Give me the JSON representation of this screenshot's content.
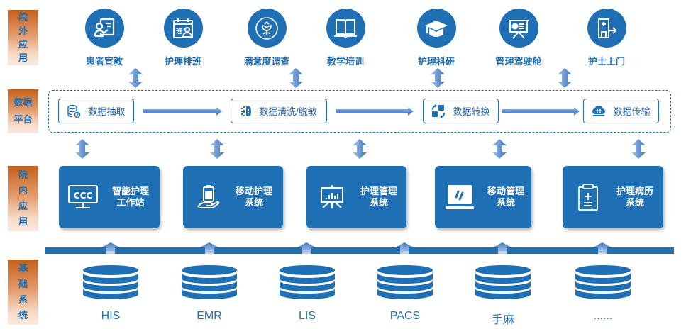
{
  "side_labels": {
    "external": "院外应用",
    "platform": "数据平台",
    "internal": "院内应用",
    "foundation": "基础系统"
  },
  "external_apps": [
    {
      "label": "患者宣教",
      "icon": "patient-education-icon"
    },
    {
      "label": "护理排班",
      "icon": "nursing-schedule-icon"
    },
    {
      "label": "满意度调查",
      "icon": "satisfaction-survey-icon"
    },
    {
      "label": "教学培训",
      "icon": "book-icon"
    },
    {
      "label": "护理科研",
      "icon": "graduation-cap-icon"
    },
    {
      "label": "管理驾驶舱",
      "icon": "presentation-board-icon"
    },
    {
      "label": "护士上门",
      "icon": "hospital-exit-icon"
    }
  ],
  "platform_steps": [
    {
      "label": "数据抽取",
      "icon": "database-extract-icon"
    },
    {
      "label": "数据清洗/脱敏",
      "icon": "data-cleanse-icon"
    },
    {
      "label": "数据转换",
      "icon": "data-transform-icon"
    },
    {
      "label": "数据传输",
      "icon": "cloud-upload-icon"
    }
  ],
  "internal_apps": [
    {
      "line1": "智能护理",
      "line2": "工作站",
      "icon": "monitor-ccc-icon",
      "screen_text": "CCC"
    },
    {
      "line1": "移动护理",
      "line2": "系统",
      "icon": "hand-device-icon"
    },
    {
      "line1": "护理管理",
      "line2": "系统",
      "icon": "chart-board-icon"
    },
    {
      "line1": "移动管理",
      "line2": "系统",
      "icon": "laptop-icon"
    },
    {
      "line1": "护理病历",
      "line2": "系统",
      "icon": "clipboard-icon"
    }
  ],
  "foundation_systems": [
    {
      "label": "HIS"
    },
    {
      "label": "EMR"
    },
    {
      "label": "LIS"
    },
    {
      "label": "PACS"
    },
    {
      "label": "手麻"
    },
    {
      "label": "......"
    }
  ],
  "colors": {
    "primary": "#1f6fb5",
    "side_label_top": "#c4601c",
    "side_label_bottom": "#fbe9de"
  }
}
